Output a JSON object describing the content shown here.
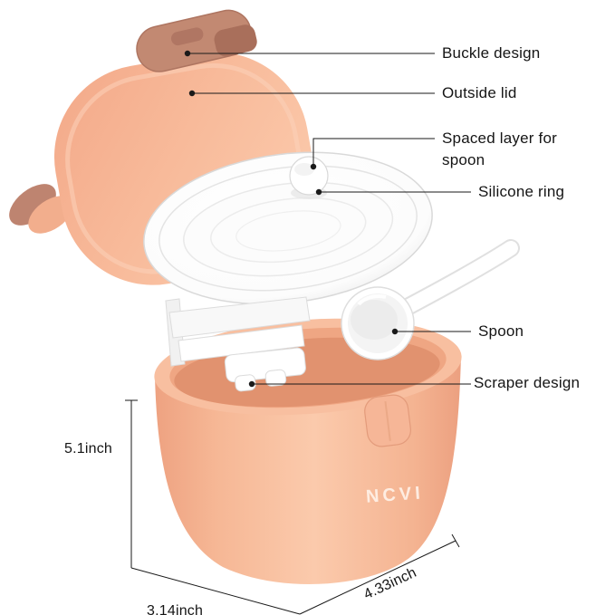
{
  "product": {
    "brand": "NCVI"
  },
  "annotations": {
    "buckle": "Buckle design",
    "outside_lid": "Outside lid",
    "spaced_layer": "Spaced layer for spoon",
    "silicone_ring": "Silicone ring",
    "spoon": "Spoon",
    "scraper": "Scraper design"
  },
  "dimensions": {
    "height": "5.1inch",
    "depth": "3.14inch",
    "width": "4.33inch"
  },
  "colors": {
    "background": "#FFFFFF",
    "body_peach": "#F8BD9D",
    "body_peach_light": "#FBCAAC",
    "body_peach_shadow": "#E1926F",
    "buckle_brown": "#C28972",
    "white_parts": "#FFFFFF",
    "annotation_line": "#1A1A1A",
    "text": "#1A1A1A"
  }
}
